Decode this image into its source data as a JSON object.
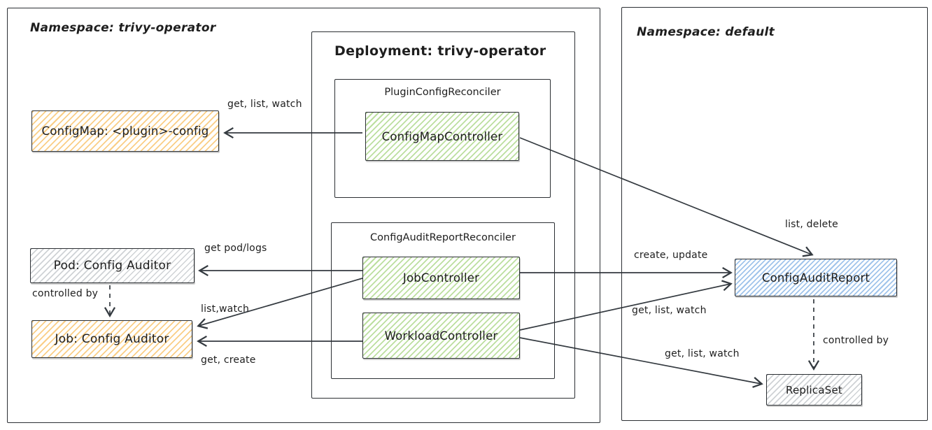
{
  "namespaces": {
    "left": {
      "title": "Namespace: trivy-operator"
    },
    "right": {
      "title": "Namespace: default"
    }
  },
  "deployment": {
    "title": "Deployment: trivy-operator"
  },
  "reconcilers": {
    "plugin_config": {
      "title": "PluginConfigReconciler"
    },
    "config_audit_report": {
      "title": "ConfigAuditReportReconciler"
    }
  },
  "controllers": {
    "configmap_controller": "ConfigMapController",
    "job_controller": "JobController",
    "workload_controller": "WorkloadController"
  },
  "resources": {
    "configmap": "ConfigMap: <plugin>-config",
    "pod": "Pod: Config Auditor",
    "job": "Job: Config Auditor",
    "config_audit_report": "ConfigAuditReport",
    "replicaset": "ReplicaSet"
  },
  "edge_labels": {
    "configmap_get_list_watch": "get, list, watch",
    "report_list_delete": "list, delete",
    "pod_get_logs": "get pod/logs",
    "job_list_watch": "list,watch",
    "job_get_create": "get, create",
    "report_create_update": "create, update",
    "report_get_list_watch": "get, list, watch",
    "replicaset_get_list_watch": "get, list, watch",
    "pod_controlled_by": "controlled by",
    "replicaset_controlled_by": "controlled by"
  },
  "colors": {
    "stroke": "#343a40",
    "configmap_fill": "#f5a623",
    "controller_fill": "#84c450",
    "report_fill": "#609cde",
    "pod_fill": "#868e96"
  }
}
